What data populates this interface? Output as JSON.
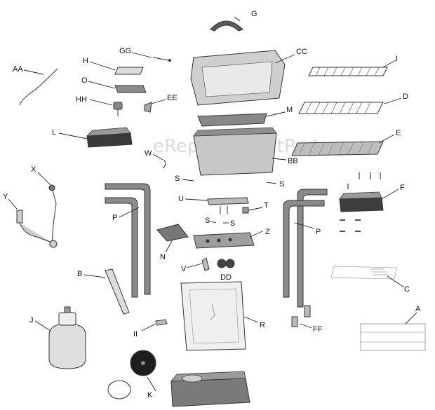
{
  "watermark": "eReplacementParts.com",
  "callouts": {
    "A": "A",
    "B": "B",
    "C": "C",
    "D": "D",
    "E": "E",
    "F": "F",
    "G": "G",
    "H": "H",
    "I": "I",
    "J": "J",
    "K": "K",
    "L": "L",
    "M": "M",
    "N": "N",
    "O": "O",
    "P_left": "P",
    "P_right": "P",
    "R": "R",
    "S_1": "S",
    "S_2": "S",
    "S_3": "S",
    "S_4": "S",
    "T": "T",
    "U": "U",
    "V": "V",
    "W": "W",
    "X": "X",
    "Y": "Y",
    "Z": "Z",
    "AA": "AA",
    "BB": "BB",
    "CC": "CC",
    "DD": "DD",
    "EE": "EE",
    "FF": "FF",
    "GG": "GG",
    "HH": "HH",
    "II": "II"
  }
}
